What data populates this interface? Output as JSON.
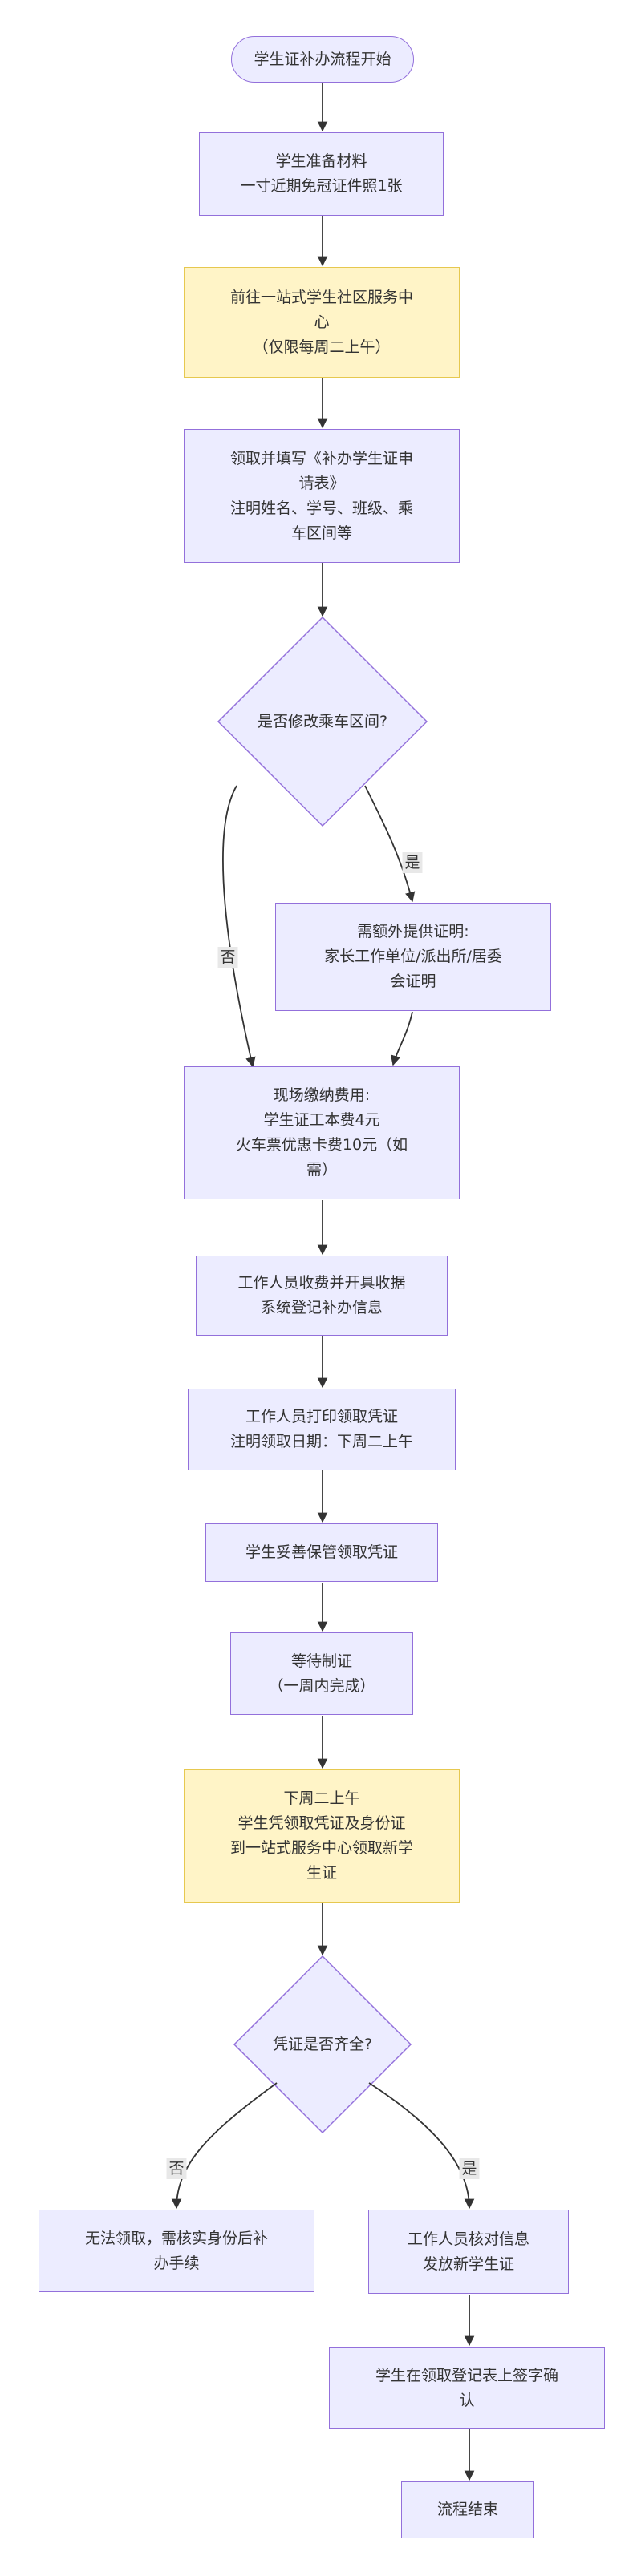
{
  "flow": {
    "start": "学生证补办流程开始",
    "prepare": "学生准备材料\n一寸近期免冠证件照1张",
    "goto_center": "前往一站式学生社区服务中\n心\n（仅限每周二上午）",
    "fill_form": "领取并填写《补办学生证申\n请表》\n注明姓名、学号、班级、乘\n车区间等",
    "decision_route": "是否修改乘车区间?",
    "extra_proof": "需额外提供证明:\n家长工作单位/派出所/居委\n会证明",
    "pay_fee": "现场缴纳费用:\n学生证工本费4元\n火车票优惠卡费10元（如\n需）",
    "staff_register": "工作人员收费并开具收据\n系统登记补办信息",
    "print_voucher": "工作人员打印领取凭证\n注明领取日期：下周二上午",
    "keep_voucher": "学生妥善保管领取凭证",
    "wait": "等待制证\n（一周内完成）",
    "pickup": "下周二上午\n学生凭领取凭证及身份证\n到一站式服务中心领取新学\n生证",
    "decision_docs": "凭证是否齐全?",
    "cannot_pickup": "无法领取，需核实身份后补\n办手续",
    "issue_card": "工作人员核对信息\n发放新学生证",
    "sign": "学生在领取登记表上签字确\n认",
    "end": "流程结束"
  },
  "edge_labels": {
    "route_no": "否",
    "route_yes": "是",
    "docs_no": "否",
    "docs_yes": "是"
  },
  "colors": {
    "node_fill": "#ececff",
    "node_border": "#9370db",
    "highlight_fill": "#fff4c7",
    "highlight_border": "#e6c84f",
    "edge": "#333333"
  }
}
